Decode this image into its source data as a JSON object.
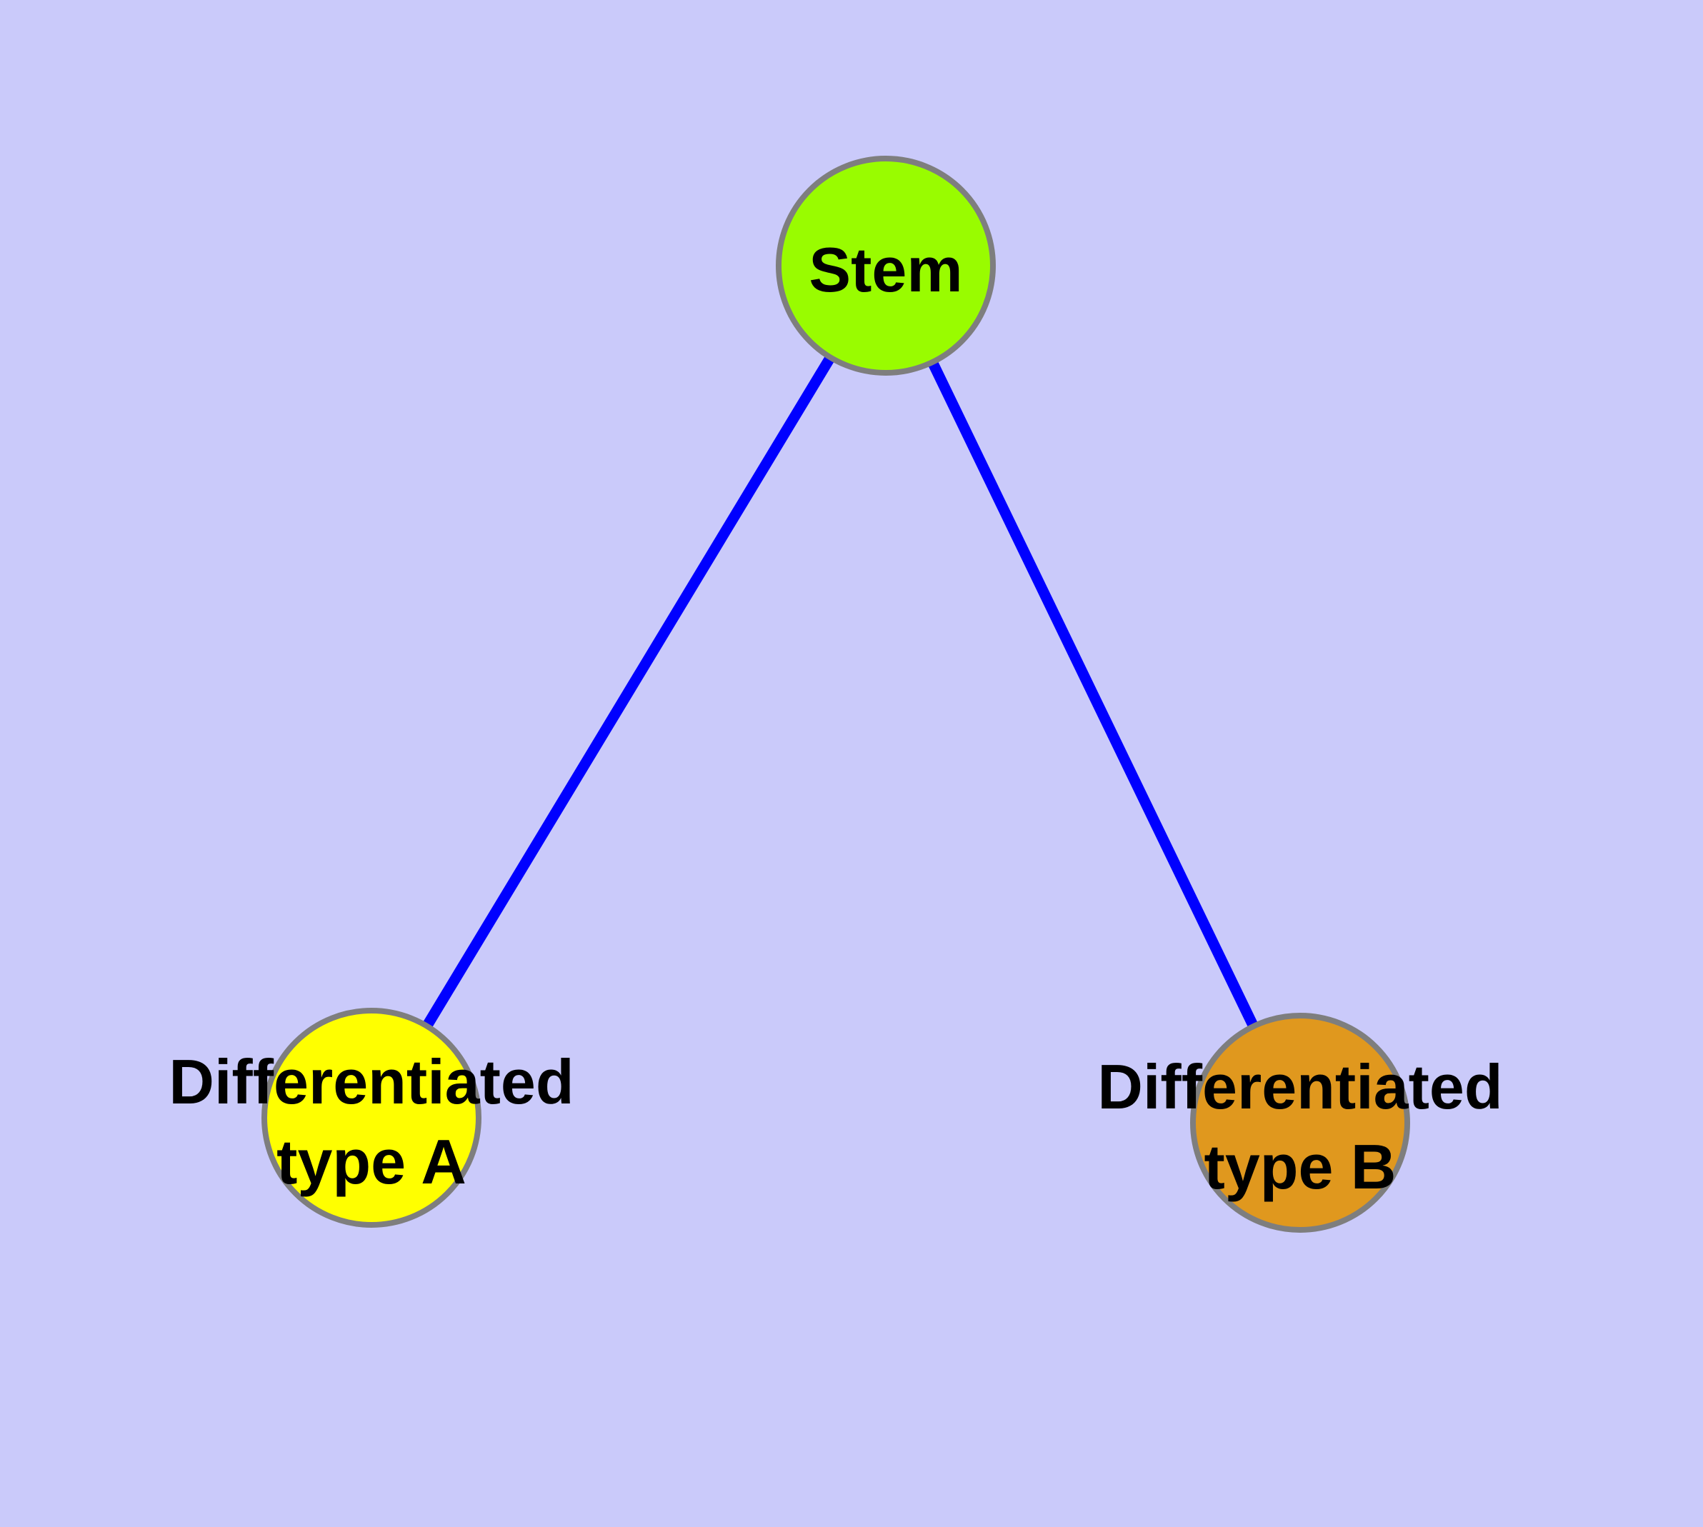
{
  "diagram": {
    "background_color": "#CACAFA",
    "edge_color": "#0000FF",
    "node_border_color": "#7E7E7E",
    "text_color": "#000000",
    "nodes": [
      {
        "id": "stem",
        "label": "Stem",
        "fill": "#99FC00"
      },
      {
        "id": "differentiated-type-a",
        "label": "Differentiated type A",
        "label_lines": [
          "Differentiated",
          "type A"
        ],
        "fill": "#FFFF00"
      },
      {
        "id": "differentiated-type-b",
        "label": "Differentiated type B",
        "label_lines": [
          "Differentiated",
          "type B"
        ],
        "fill": "#E0981E"
      }
    ],
    "edges": [
      {
        "from": "Stem",
        "to": "Differentiated type A"
      },
      {
        "from": "Stem",
        "to": "Differentiated type B"
      }
    ]
  }
}
